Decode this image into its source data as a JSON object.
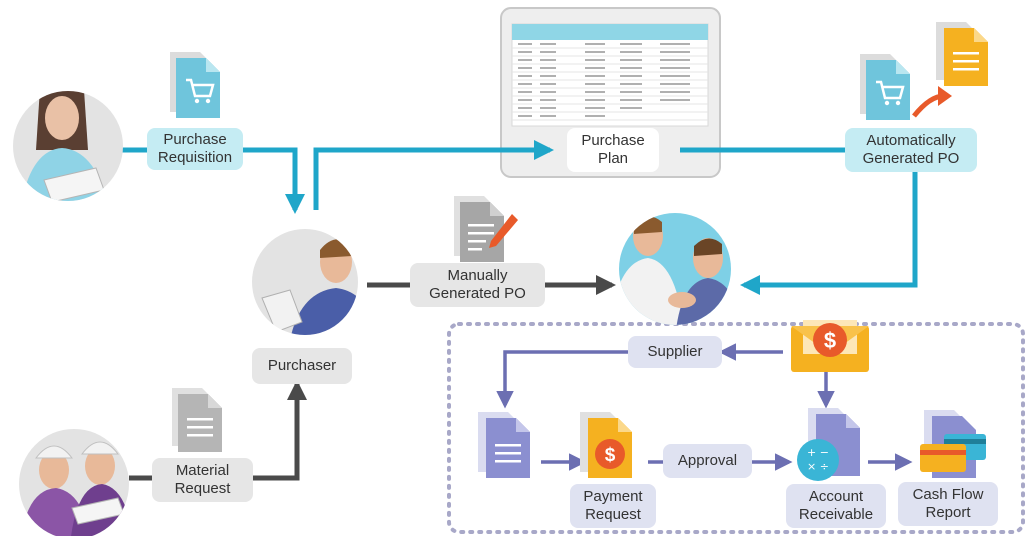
{
  "labels": {
    "purchase_requisition": [
      "Purchase",
      "Requisition"
    ],
    "purchase_plan": [
      "Purchase",
      "Plan"
    ],
    "auto_po": [
      "Automatically",
      "Generated PO"
    ],
    "manual_po": [
      "Manually",
      "Generated PO"
    ],
    "purchaser": "Purchaser",
    "material_request": [
      "Material",
      "Request"
    ],
    "supplier": "Supplier",
    "approval": "Approval",
    "payment_request": [
      "Payment",
      "Request"
    ],
    "account_receivable": [
      "Account",
      "Receivable"
    ],
    "cash_flow_report": [
      "Cash Flow",
      "Report"
    ]
  },
  "icons": {
    "requisition_doc": "cart-document-icon",
    "po_cart_doc": "cart-document-icon",
    "po_generated_doc": "document-icon",
    "manual_po_doc": "edit-document-icon",
    "material_doc": "document-icon",
    "supplier_envelope": "dollar-envelope-icon",
    "invoice_doc": "document-icon",
    "payment_doc": "dollar-document-icon",
    "account_doc": "calculator-document-icon",
    "cash_flow_doc": "credit-card-document-icon"
  },
  "colors": {
    "teal_flow": "#1fa6c9",
    "dark_flow": "#4a4a4a",
    "purple_flow": "#6c6fb2",
    "label_blue": "#c5ecf3",
    "label_gray": "#e6e6e6",
    "label_purple": "#dfe2f1",
    "orange_accent": "#e85a2a"
  }
}
